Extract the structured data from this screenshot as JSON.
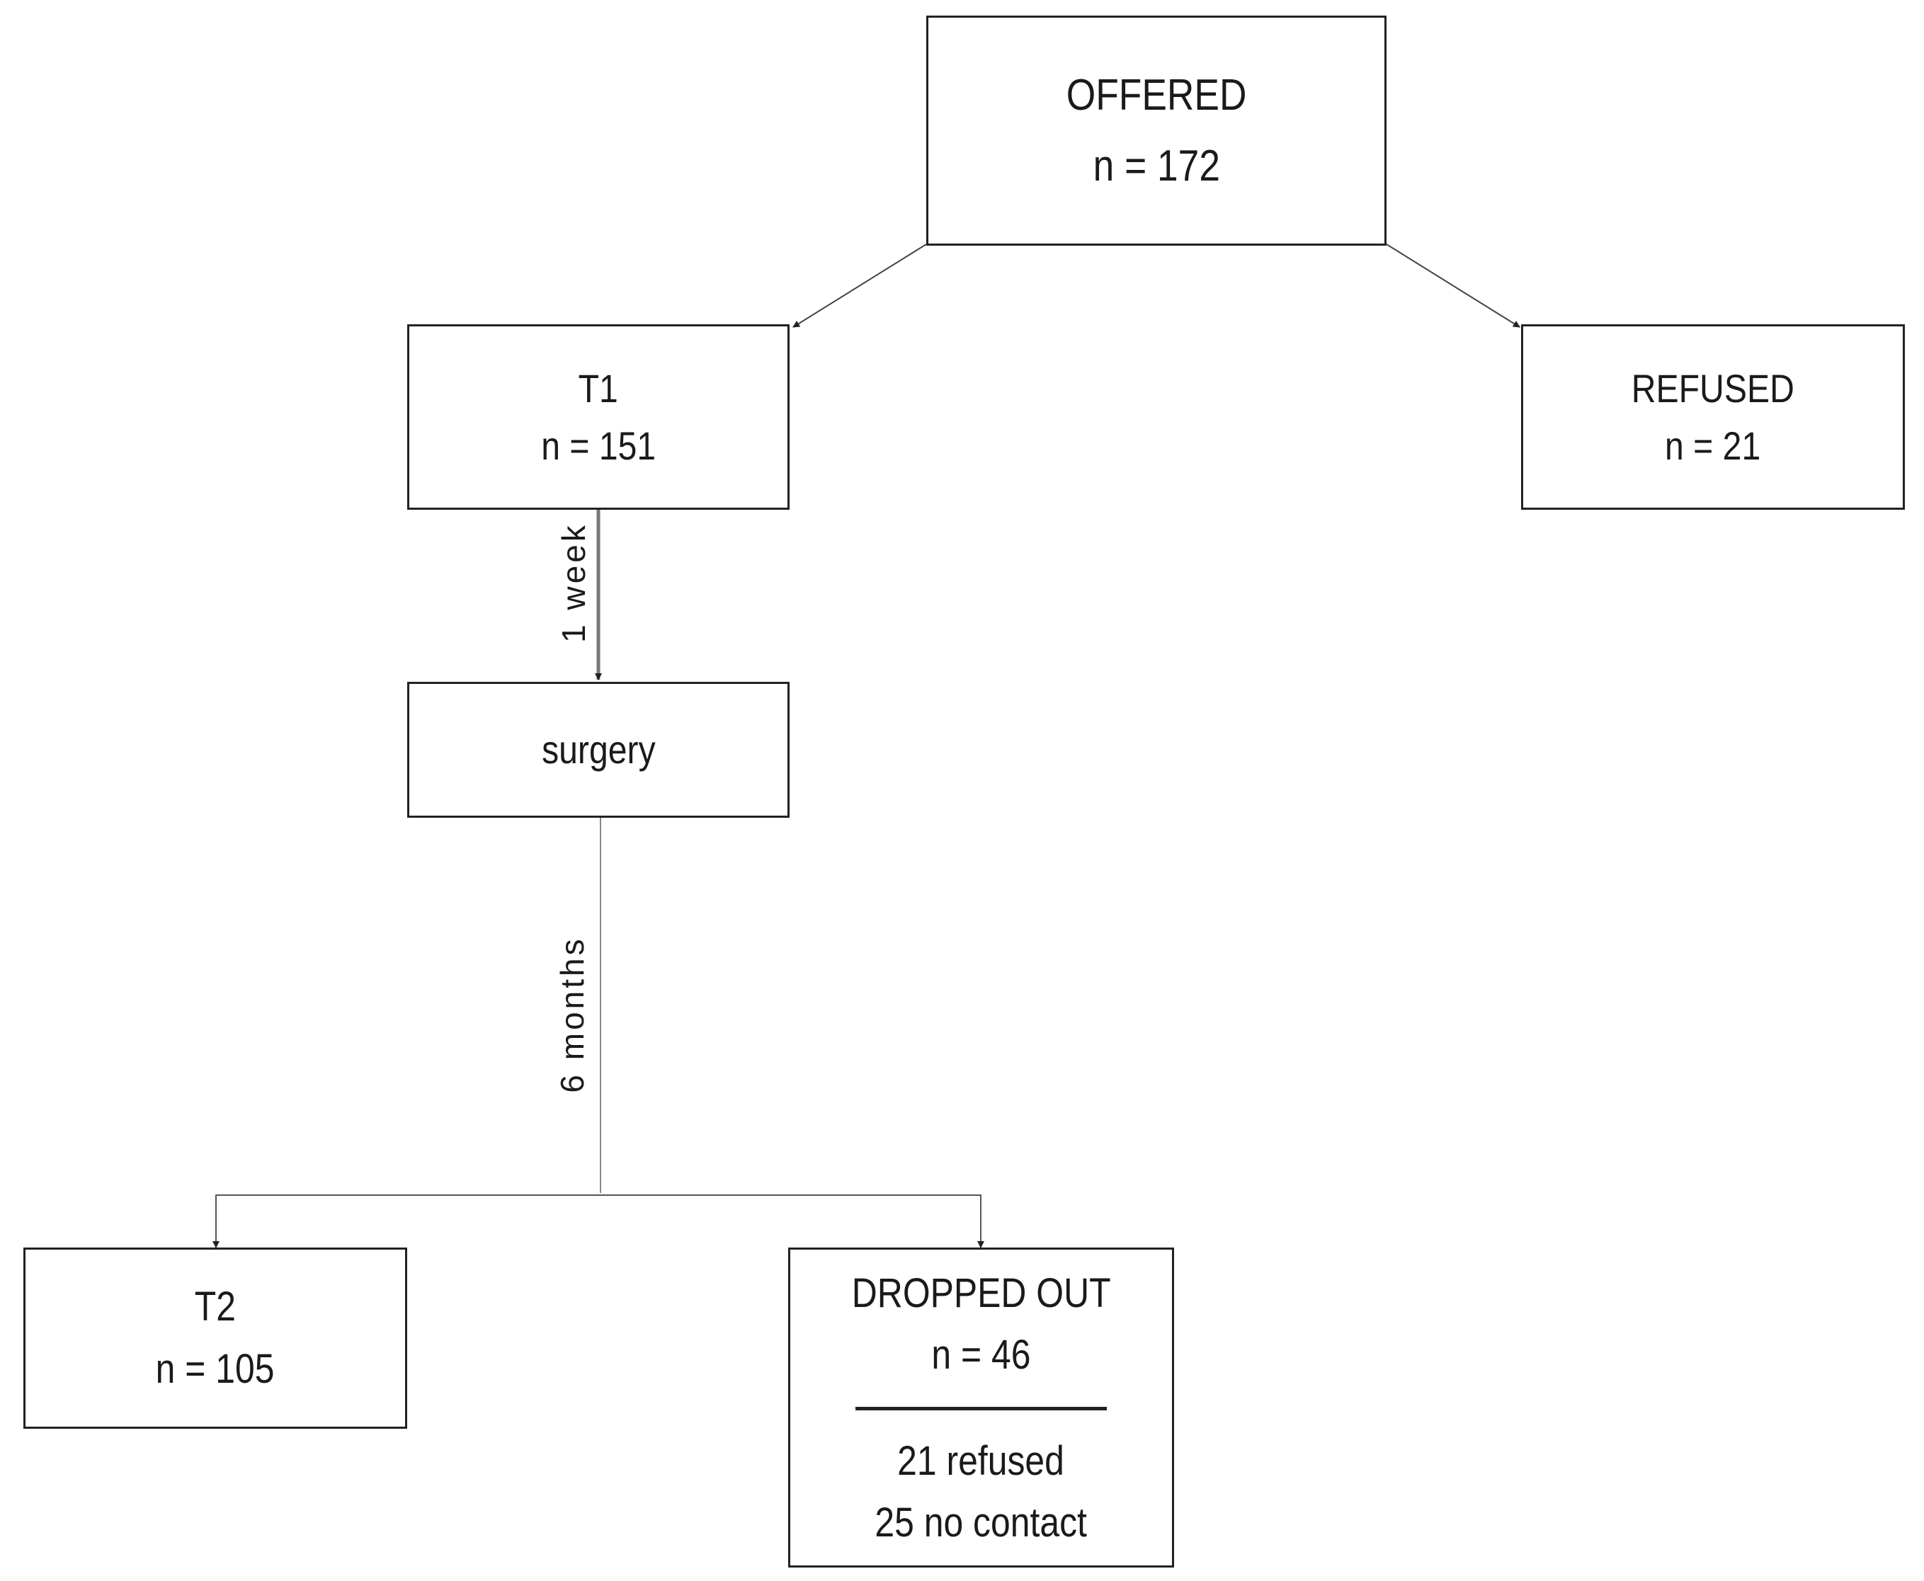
{
  "diagram": {
    "nodes": {
      "offered": {
        "label": "OFFERED",
        "count": "n = 172"
      },
      "t1": {
        "label": "T1",
        "count": "n = 151"
      },
      "refused": {
        "label": "REFUSED",
        "count": "n = 21"
      },
      "surgery": {
        "label": "surgery"
      },
      "t2": {
        "label": "T2",
        "count": "n = 105"
      },
      "dropped_out": {
        "label": "DROPPED OUT",
        "count": "n = 46",
        "details": [
          "21 refused",
          "25 no contact"
        ]
      }
    },
    "edge_labels": {
      "t1_to_surgery": "1 week",
      "surgery_to_followup": "6 months"
    },
    "colors": {
      "box_border": "#222222",
      "connector": "#555555",
      "text": "#1a1a1a"
    }
  }
}
